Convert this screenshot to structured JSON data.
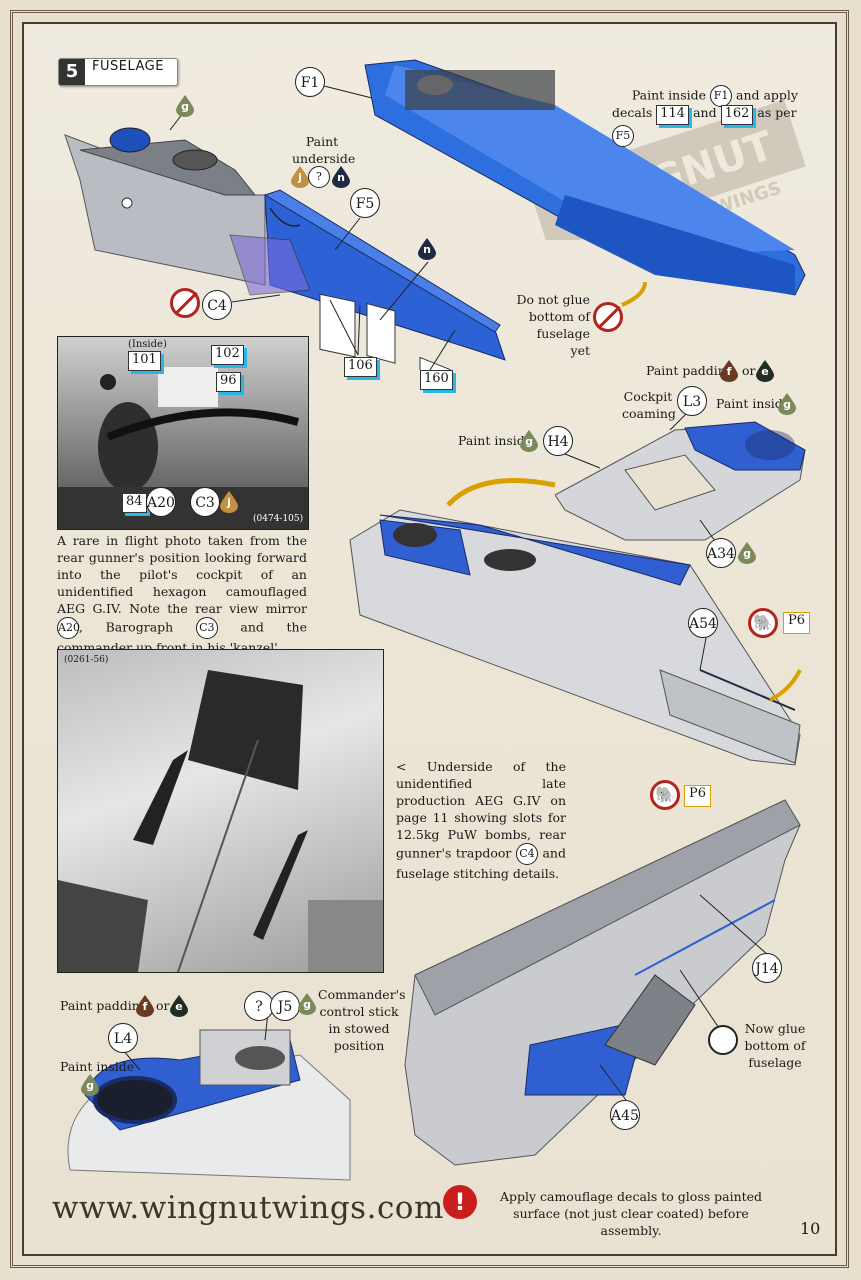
{
  "step": {
    "number": "5",
    "title": "FUSELAGE"
  },
  "watermark": {
    "line1": "WINGNUT",
    "line2": "WINGS"
  },
  "callouts": {
    "F1": "F1",
    "F5": "F5",
    "C4": "C4",
    "H4": "H4",
    "L3": "L3",
    "A34": "A34",
    "A54": "A54",
    "J14": "J14",
    "A45": "A45",
    "L4": "L4",
    "J5": "J5",
    "A20": "A20",
    "C3": "C3",
    "P6": "P6",
    "q": "?"
  },
  "decals": {
    "d106": "106",
    "d160": "160",
    "d101": "101",
    "d102": "102",
    "d96": "96",
    "d84": "84",
    "d114": "114",
    "d162": "162"
  },
  "paint": {
    "g": "g",
    "j": "j",
    "n": "n",
    "f": "f",
    "e": "e",
    "colors": {
      "g": "#7a8a5a",
      "j": "#c2913f",
      "n": "#1f2a44",
      "f": "#6b3a22",
      "e": "#1f2d24"
    }
  },
  "notes": {
    "paint_inside_a": "Paint inside",
    "apply_decals": "and apply",
    "decals_word": "decals",
    "and_word": "and",
    "as_per": "as per",
    "paint_underside": "Paint underside",
    "do_not_glue": "Do not glue bottom of fuselage yet",
    "paint_padding": "Paint padding",
    "or": "or",
    "cockpit_coaming": "Cockpit coaming",
    "paint_inside": "Paint inside",
    "now_glue": "Now glue bottom of fuselage",
    "commanders_stick": "Commander's control stick in stowed position",
    "inside": "(Inside)"
  },
  "photo1": {
    "ref": "(0474-105)",
    "caption_a": "A rare in flight photo taken from the rear gunner's position looking forward into the pilot's cockpit of an unidentified hexagon camouflaged AEG G.IV. Note the rear view mirror",
    "caption_b": ", Barograph",
    "caption_c": "and the commander up front in his 'kanzel'."
  },
  "photo2": {
    "ref": "(0261-56)",
    "caption_a": "< Underside of the unidentified late production AEG G.IV on page 11 showing slots for 12.5kg PuW bombs, rear gunner's trapdoor",
    "caption_b": "and fuselage stitching details."
  },
  "footer": {
    "url": "www.wingnutwings.com",
    "warning": "Apply camouflage decals to gloss painted surface (not just clear coated) before assembly.",
    "warning_icon": "!",
    "page": "10"
  }
}
